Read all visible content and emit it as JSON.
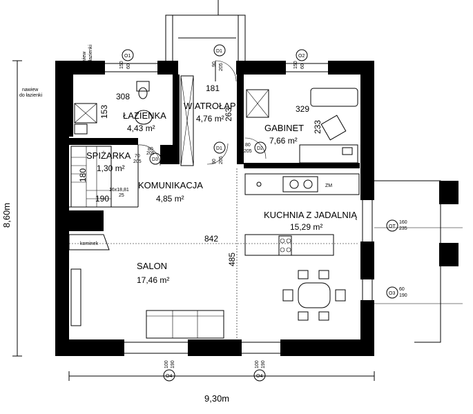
{
  "rooms": [
    {
      "name": "ŁAZIENKA",
      "area": "4,43 m²"
    },
    {
      "name": "WIATROŁAP",
      "area": "4,76 m²"
    },
    {
      "name": "GABINET",
      "area": "7,66 m²"
    },
    {
      "name": "SPIŻARKA",
      "area": "1,30 m²"
    },
    {
      "name": "KOMUNIKACJA",
      "area": "4,85 m²"
    },
    {
      "name": "KUCHNIA Z JADALNIĄ",
      "area": "15,29 m²"
    },
    {
      "name": "SALON",
      "area": "17,46 m²"
    }
  ],
  "dimensions": {
    "width_total": "9,30m",
    "height_total": "8,60m",
    "d308": "308",
    "d181": "181",
    "d329": "329",
    "d153": "153",
    "d263": "263",
    "d233": "233",
    "d180": "180",
    "d190": "190",
    "d842": "842",
    "d485": "485"
  },
  "notes": {
    "nawiew1": "nawiew",
    "nawiew1b": "do łazienki",
    "nawiew2": "nawiew",
    "nawiew2b": "do łazienki",
    "stairs": "16x18,81",
    "stairs_b": "25",
    "kominek": "kominek",
    "zm": "ZM"
  },
  "tags": {
    "o1": "O1",
    "o2": "O2",
    "o3": "O3",
    "o4a": "O4",
    "o4b": "O4",
    "ot": "OT",
    "d1a": "D1",
    "d1b": "D1",
    "d2": "D2",
    "d3": "D3"
  },
  "openings": {
    "o1_a": "150",
    "o1_b": "60",
    "o2_a": "150",
    "o2_b": "60",
    "d1a_a": "90",
    "d1a_b": "205",
    "d1b_a": "90",
    "d1b_b": "205",
    "d2_a": "80",
    "d2_b": "205",
    "d3_a": "70",
    "d3_b": "205",
    "d3x_a": "80",
    "d3x_b": "205",
    "ot_a": "160",
    "ot_b": "235",
    "o3_a": "60",
    "o3_b": "190",
    "o4a_a": "100",
    "o4a_b": "190",
    "o4b_a": "100",
    "o4b_b": "190"
  }
}
